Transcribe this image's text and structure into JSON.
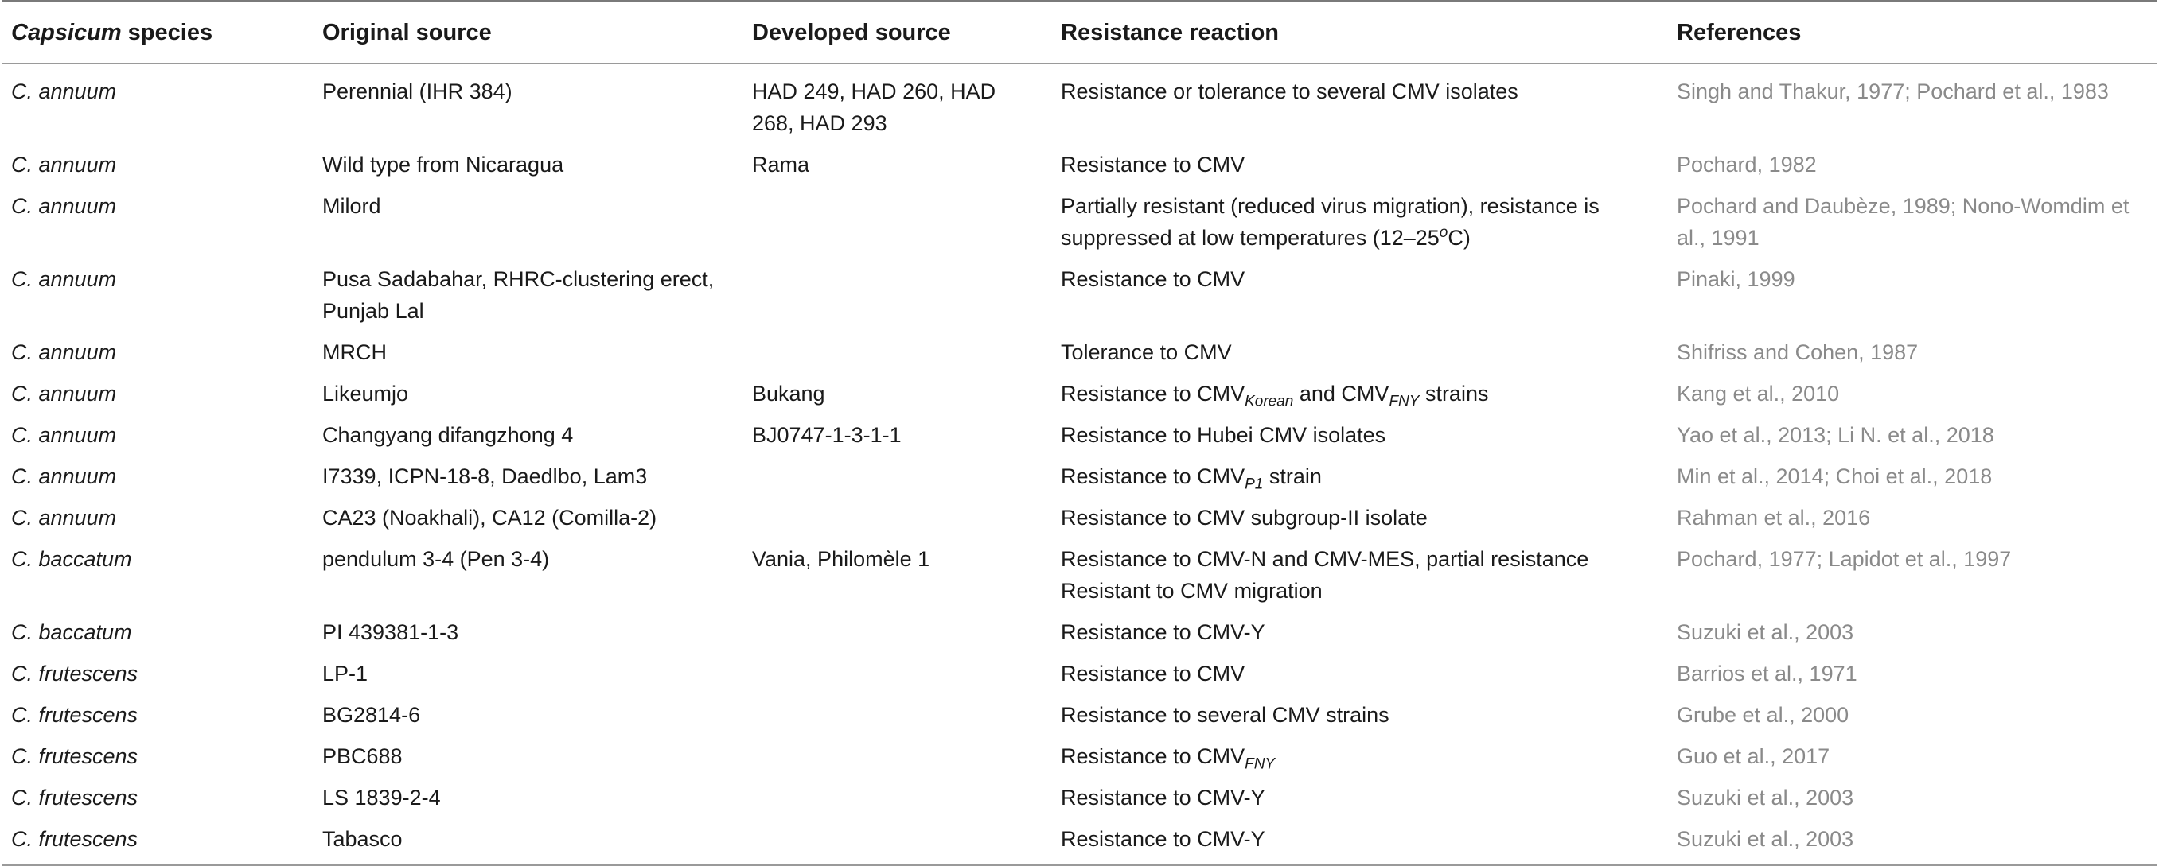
{
  "header": {
    "col1_italic": "Capsicum",
    "col1_rest": " species",
    "col2": "Original source",
    "col3": "Developed source",
    "col4": "Resistance reaction",
    "col5": "References"
  },
  "rows": [
    {
      "species": "C. annuum",
      "original": "Perennial (IHR 384)",
      "developed": "HAD 249, HAD 260, HAD 268, HAD 293",
      "reaction": {
        "pre": "Resistance or tolerance to several CMV isolates"
      },
      "refs": "Singh and Thakur, 1977; Pochard et al., 1983"
    },
    {
      "species": "C. annuum",
      "original": "Wild type from Nicaragua",
      "developed": "Rama",
      "reaction": {
        "pre": "Resistance to CMV"
      },
      "refs": "Pochard, 1982"
    },
    {
      "species": "C. annuum",
      "original": "Milord",
      "developed": "",
      "reaction": {
        "pre": "Partially resistant (reduced virus migration), resistance is suppressed at low temperatures (12–25",
        "sup": "o",
        "post": "C)"
      },
      "refs": "Pochard and Daubèze, 1989; Nono-Womdim et al., 1991"
    },
    {
      "species": "C. annuum",
      "original": "Pusa Sadabahar, RHRC-clustering erect, Punjab Lal",
      "developed": "",
      "reaction": {
        "pre": "Resistance to CMV"
      },
      "refs": "Pinaki, 1999"
    },
    {
      "species": "C. annuum",
      "original": "MRCH",
      "developed": "",
      "reaction": {
        "pre": "Tolerance to CMV"
      },
      "refs": "Shifriss and Cohen, 1987"
    },
    {
      "species": "C. annuum",
      "original": "Likeumjo",
      "developed": "Bukang",
      "reaction": {
        "pre": "Resistance to CMV",
        "sub": "Korean",
        "mid": " and CMV",
        "sub2": "FNY",
        "post": " strains"
      },
      "refs": "Kang et al., 2010"
    },
    {
      "species": "C. annuum",
      "original": "Changyang difangzhong 4",
      "developed": "BJ0747-1-3-1-1",
      "reaction": {
        "pre": "Resistance to Hubei CMV isolates"
      },
      "refs": "Yao et al., 2013; Li N. et al., 2018"
    },
    {
      "species": "C. annuum",
      "original": "I7339, ICPN-18-8, Daedlbo, Lam3",
      "developed": "",
      "reaction": {
        "pre": "Resistance to CMV",
        "sub": "P1",
        "post": " strain"
      },
      "refs": "Min et al., 2014; Choi et al., 2018"
    },
    {
      "species": "C. annuum",
      "original": "CA23 (Noakhali), CA12 (Comilla-2)",
      "developed": "",
      "reaction": {
        "pre": "Resistance to CMV subgroup-II isolate"
      },
      "refs": "Rahman et al., 2016"
    },
    {
      "species": "C. baccatum",
      "original": "pendulum 3-4 (Pen 3-4)",
      "developed": "Vania, Philomèle 1",
      "reaction": {
        "pre": "Resistance to CMV-N and CMV-MES, partial resistance Resistant to CMV migration"
      },
      "refs": "Pochard, 1977; Lapidot et al., 1997"
    },
    {
      "species": "C. baccatum",
      "original": "PI 439381-1-3",
      "developed": "",
      "reaction": {
        "pre": "Resistance to CMV-Y"
      },
      "refs": "Suzuki et al., 2003"
    },
    {
      "species": "C. frutescens",
      "original": "LP-1",
      "developed": "",
      "reaction": {
        "pre": "Resistance to CMV"
      },
      "refs": "Barrios et al., 1971"
    },
    {
      "species": "C. frutescens",
      "original": "BG2814-6",
      "developed": "",
      "reaction": {
        "pre": "Resistance to several CMV strains"
      },
      "refs": "Grube et al., 2000"
    },
    {
      "species": "C. frutescens",
      "original": "PBC688",
      "developed": "",
      "reaction": {
        "pre": "Resistance to CMV",
        "sub": "FNY"
      },
      "refs": "Guo et al., 2017"
    },
    {
      "species": "C. frutescens",
      "original": "LS 1839-2-4",
      "developed": "",
      "reaction": {
        "pre": "Resistance to CMV-Y"
      },
      "refs": "Suzuki et al., 2003"
    },
    {
      "species": "C. frutescens",
      "original": "Tabasco",
      "developed": "",
      "reaction": {
        "pre": "Resistance to CMV-Y"
      },
      "refs": "Suzuki et al., 2003"
    }
  ]
}
